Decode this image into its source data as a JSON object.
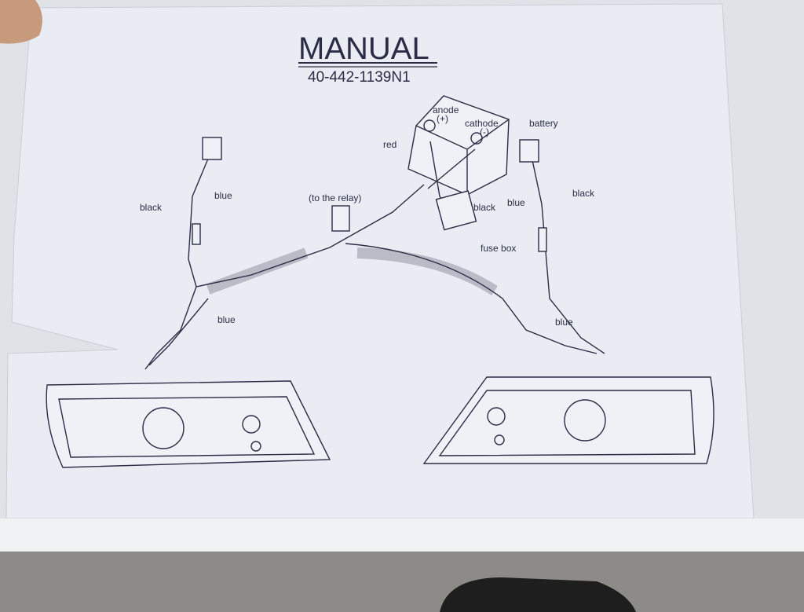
{
  "manual": {
    "title": "MANUAL",
    "part_number": "40-442-1139N1"
  },
  "labels": {
    "anode": "anode",
    "anode_sign": "(+)",
    "cathode": "cathode",
    "cathode_sign": "(-)",
    "battery": "battery",
    "red": "red",
    "black_battery": "black",
    "fuse_box": "fuse box",
    "to_relay": "(to the relay)",
    "left_black": "black",
    "left_blue_top": "blue",
    "left_blue_bottom": "blue",
    "right_blue_top": "blue",
    "right_black": "black",
    "right_blue_bottom": "blue"
  },
  "colors": {
    "paper": "#e9edf3",
    "ink": "#2a2d45",
    "table": "#8c8b87"
  }
}
